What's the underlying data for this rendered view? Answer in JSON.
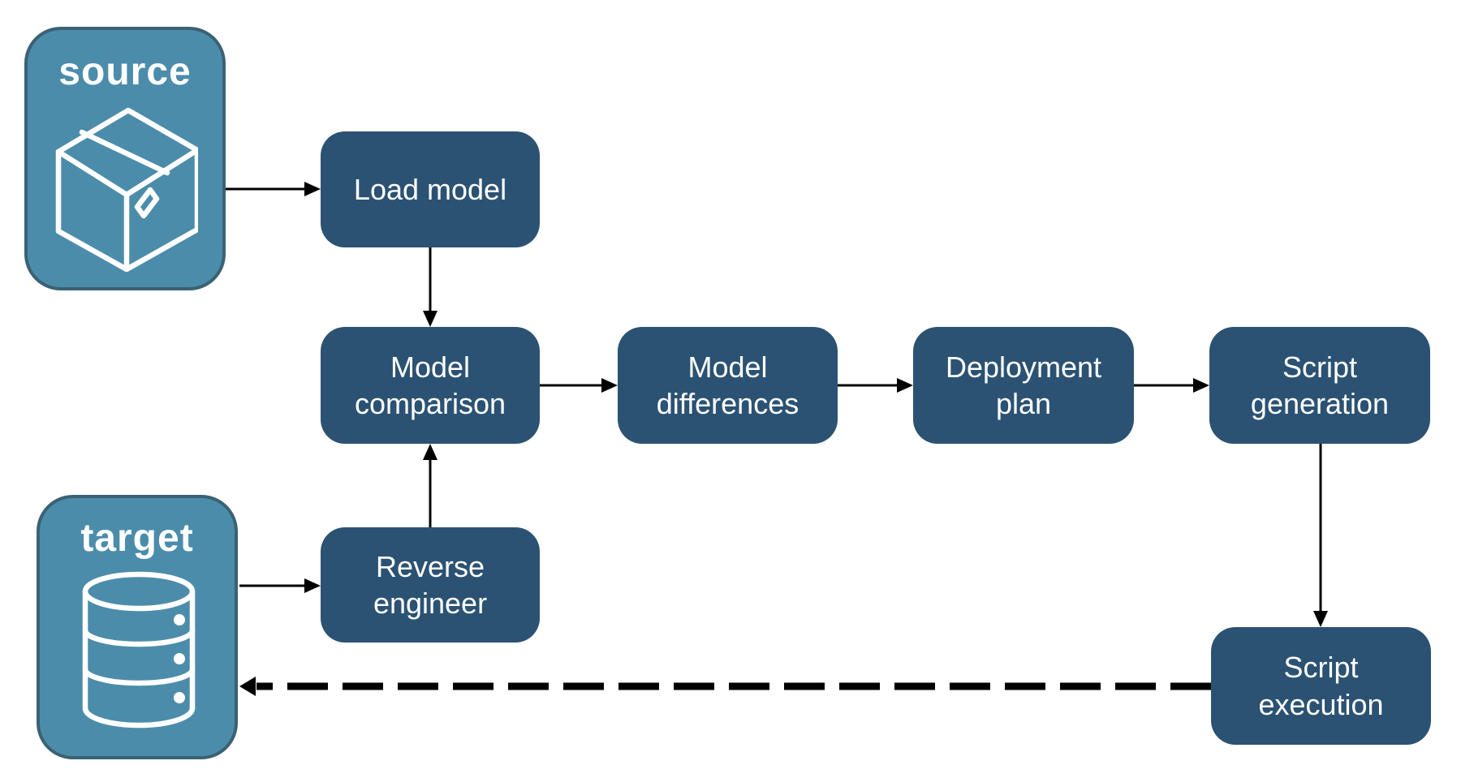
{
  "diagram": {
    "endpoints": [
      {
        "id": "source",
        "label": "source",
        "icon": "package-icon"
      },
      {
        "id": "target",
        "label": "target",
        "icon": "database-icon"
      }
    ],
    "nodes": [
      {
        "id": "load-model",
        "label": "Load model"
      },
      {
        "id": "model-comparison",
        "label": "Model comparison"
      },
      {
        "id": "model-differences",
        "label": "Model differences"
      },
      {
        "id": "deployment-plan",
        "label": "Deployment plan"
      },
      {
        "id": "script-generation",
        "label": "Script generation"
      },
      {
        "id": "reverse-engineer",
        "label": "Reverse engineer"
      },
      {
        "id": "script-execution",
        "label": "Script execution"
      }
    ],
    "edges": [
      {
        "from": "source",
        "to": "load-model",
        "style": "solid"
      },
      {
        "from": "load-model",
        "to": "model-comparison",
        "style": "solid"
      },
      {
        "from": "model-comparison",
        "to": "model-differences",
        "style": "solid"
      },
      {
        "from": "model-differences",
        "to": "deployment-plan",
        "style": "solid"
      },
      {
        "from": "deployment-plan",
        "to": "script-generation",
        "style": "solid"
      },
      {
        "from": "script-generation",
        "to": "script-execution",
        "style": "solid"
      },
      {
        "from": "target",
        "to": "reverse-engineer",
        "style": "solid"
      },
      {
        "from": "reverse-engineer",
        "to": "model-comparison",
        "style": "solid"
      },
      {
        "from": "script-execution",
        "to": "target",
        "style": "dashed"
      }
    ],
    "colors": {
      "node_fill": "#2B5273",
      "endpoint_fill": "#4C8CAB",
      "endpoint_border": "#3A6274",
      "arrow": "#000000",
      "label_text": "#FFFFFF",
      "background": "#FFFFFF"
    }
  }
}
